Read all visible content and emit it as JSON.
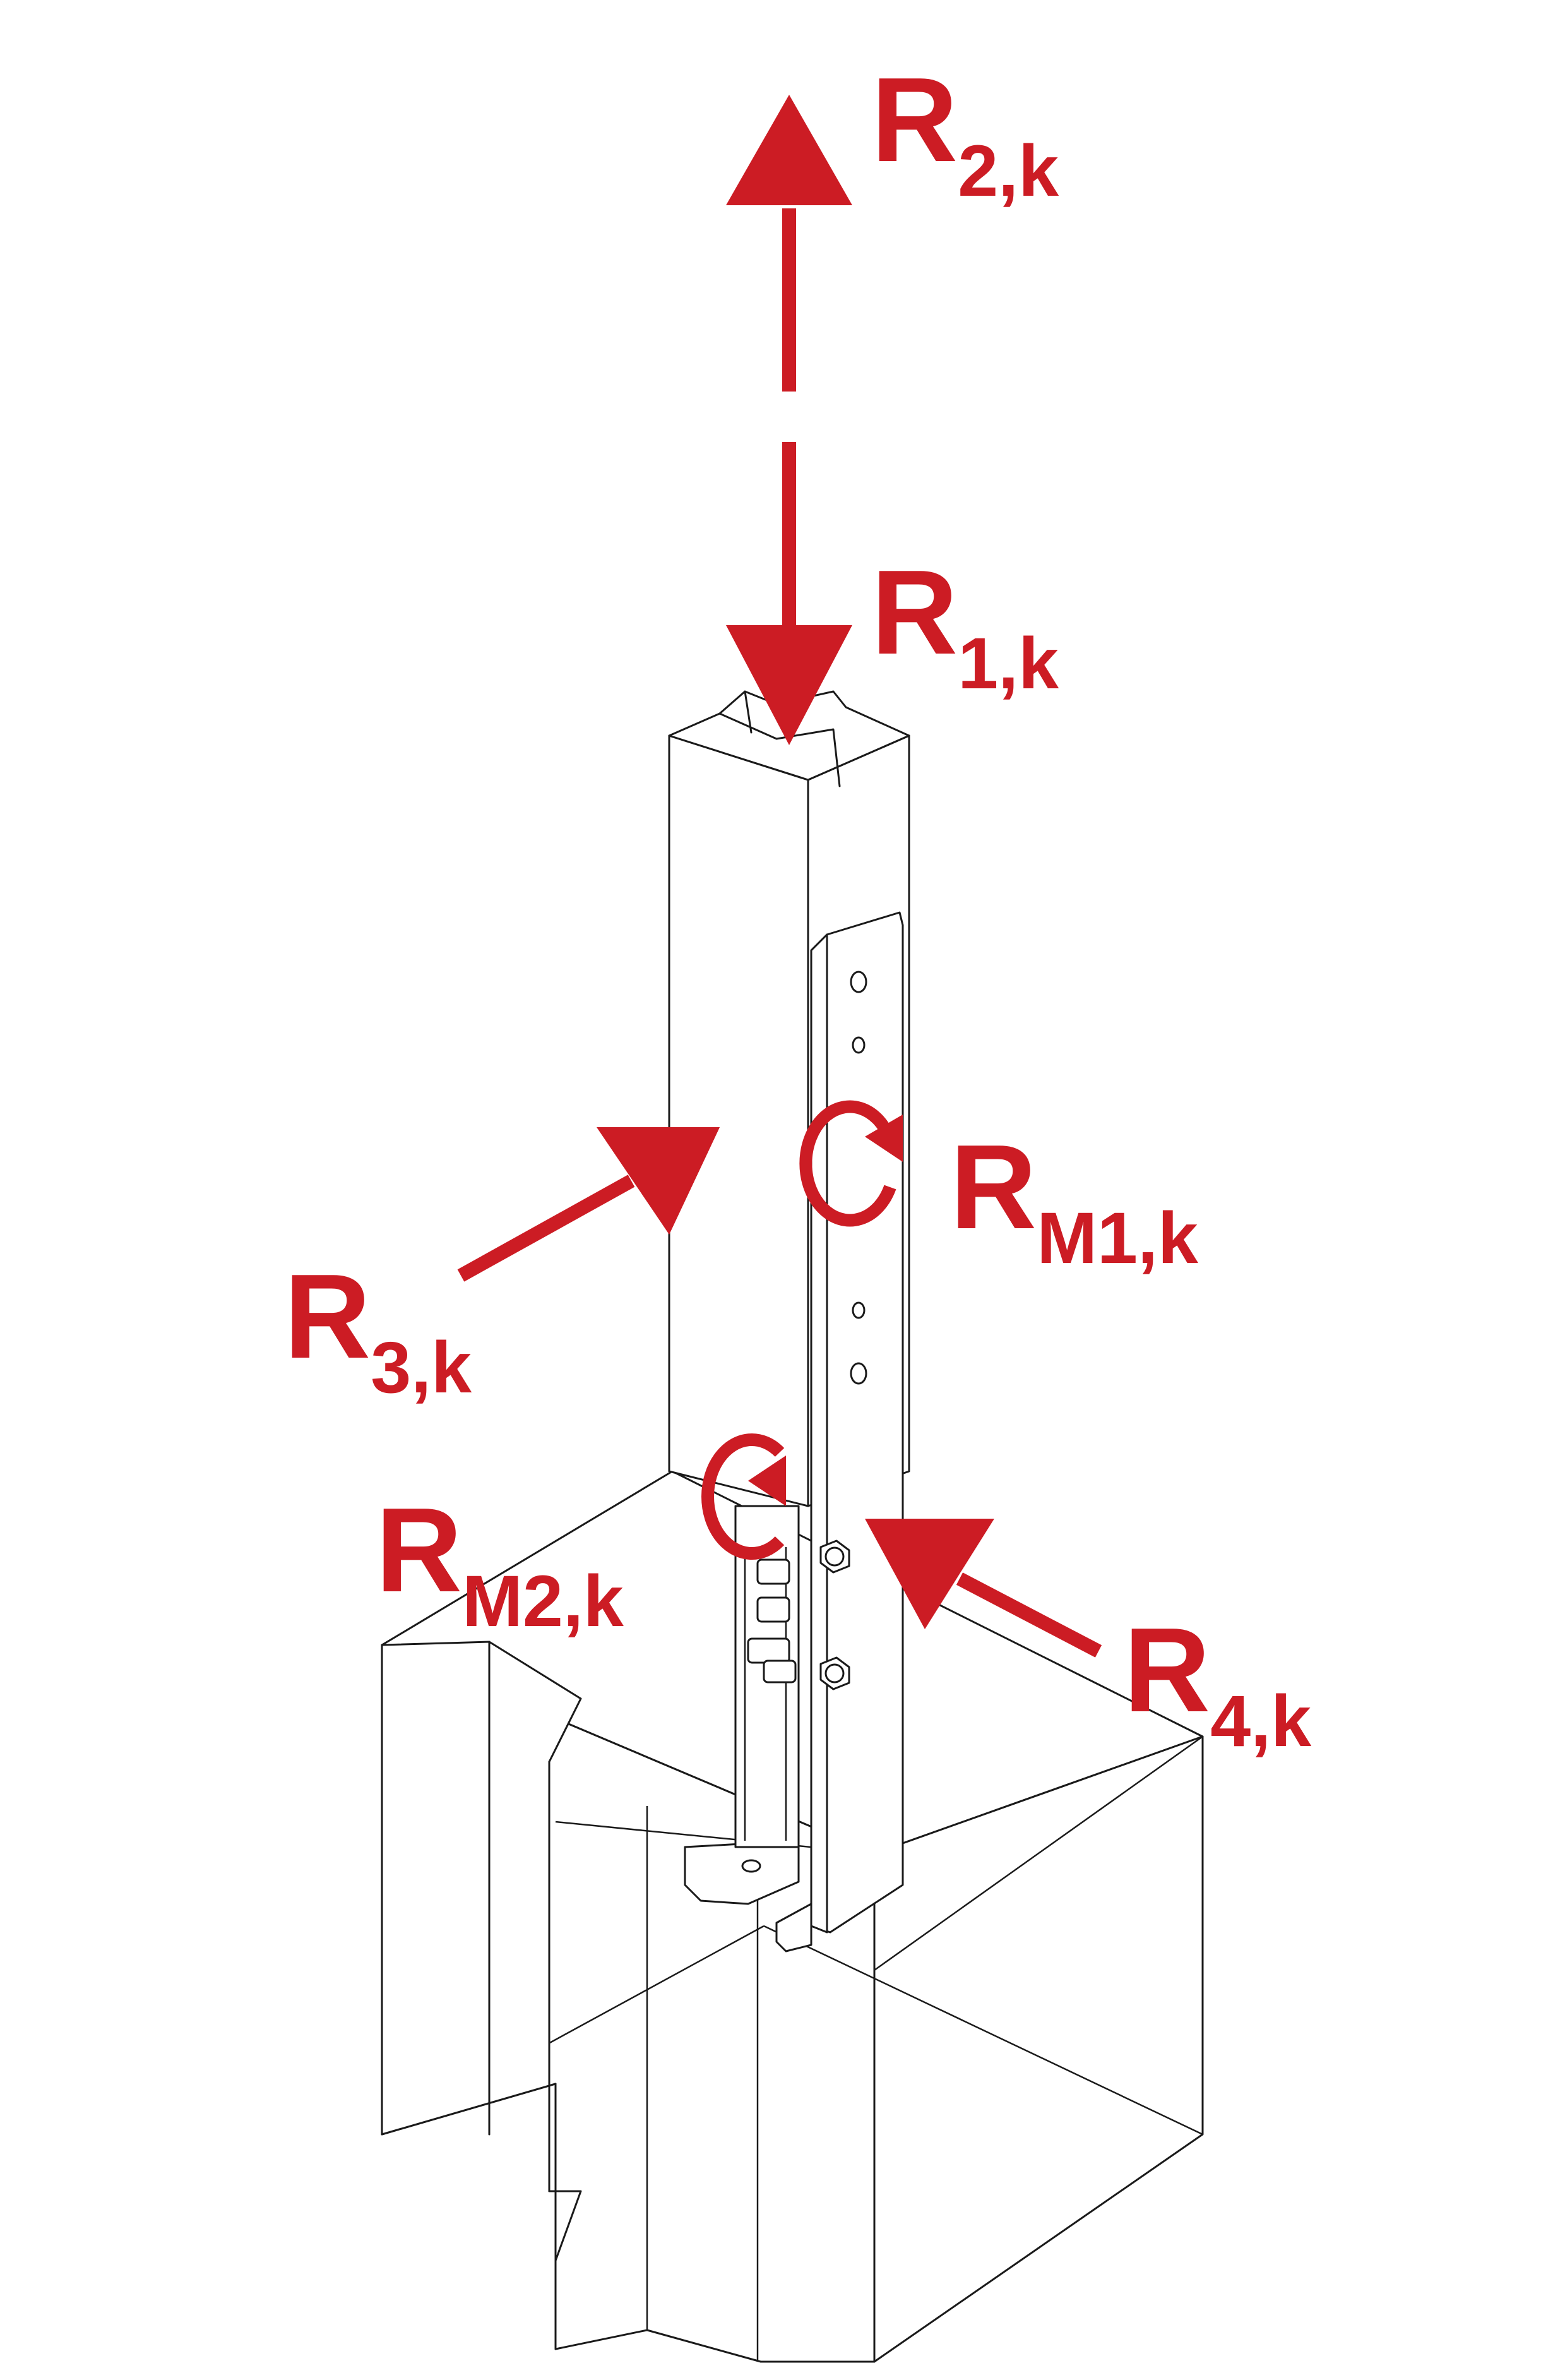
{
  "colors": {
    "force": "#cc1c24",
    "line": "#1a1a1a",
    "background": "#ffffff"
  },
  "labels": {
    "r2": {
      "main": "R",
      "sub": "2,k"
    },
    "r1": {
      "main": "R",
      "sub": "1,k"
    },
    "rm1": {
      "main": "R",
      "sub": "M1,k"
    },
    "r3": {
      "main": "R",
      "sub": "3,k"
    },
    "rm2": {
      "main": "R",
      "sub": "M2,k"
    },
    "r4": {
      "main": "R",
      "sub": "4,k"
    }
  }
}
